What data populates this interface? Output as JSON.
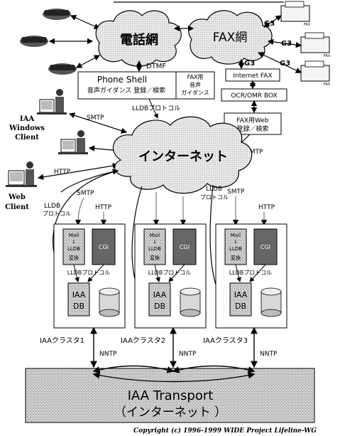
{
  "networks": {
    "phone": "電話網",
    "fax": "FAX網",
    "internet": "インターネット"
  },
  "labels": {
    "dtmf": "DTMF",
    "g3": "G3",
    "lldb_protocol_top": "LLDBプロトコル",
    "smtp": "SMTP",
    "http": "HTTP",
    "lldb": "LLDB",
    "protocol": "プロトコル",
    "nntp": "NNTP"
  },
  "boxes": {
    "phone_shell_title": "Phone Shell",
    "phone_shell_sub": "音声ガイダンス 登録／検索",
    "fax_voice_line1": "FAX用",
    "fax_voice_line2": "音声",
    "fax_voice_line3": "ガイダンス",
    "internet_fax": "Internet FAX",
    "ocr_omr": "OCR/OMR BOX",
    "fax_web_line1": "FAX用Web",
    "fax_web_line2": "登録／検索"
  },
  "clients": {
    "windows_line1": "IAA",
    "windows_line2": "Windows",
    "windows_line3": "Client",
    "web_line1": "Web",
    "web_line2": "Client"
  },
  "cluster_parts": {
    "mail_l1": "Mail",
    "mail_l2": "↓",
    "mail_l3": "LLDB",
    "mail_l4": "変換",
    "cgi": "CGI",
    "lldb_protocol": "LLDBプロトコル",
    "db_l1": "IAA",
    "db_l2": "DB"
  },
  "clusters": [
    {
      "label": "IAAクラスタ1"
    },
    {
      "label": "IAAクラスタ2"
    },
    {
      "label": "IAAクラスタ3"
    }
  ],
  "transport": {
    "line1": "IAA Transport",
    "line2": "（インターネット ）"
  },
  "copyright": "Copyright (c) 1996-1999 WIDE Project Lifeline-WG"
}
